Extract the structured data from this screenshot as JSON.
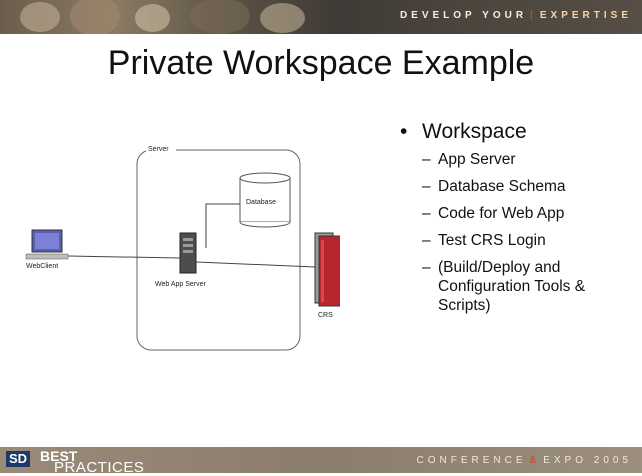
{
  "banner": {
    "tagline_left": "DEVELOP YOUR",
    "tagline_right": "EXPERTISE"
  },
  "title": "Private Workspace Example",
  "diagram": {
    "server_label": "Server",
    "database_label": "Database",
    "webclient_label": "WebClient",
    "webapp_label": "Web App Server",
    "crs_label": "CRS"
  },
  "bullets": {
    "main": "Workspace",
    "items": [
      "App Server",
      "Database Schema",
      "Code for Web App",
      "Test CRS Login",
      "(Build/Deploy and Configuration Tools & Scripts)"
    ]
  },
  "footer": {
    "logo_sd": "SD",
    "logo_best": "BEST",
    "logo_practices": "PRACTICES",
    "tagline_left": "CONFERENCE",
    "tagline_amp": "&",
    "tagline_right": "EXPO 2005"
  },
  "colors": {
    "accent": "#c24a1d",
    "crs_red": "#b9252c"
  }
}
